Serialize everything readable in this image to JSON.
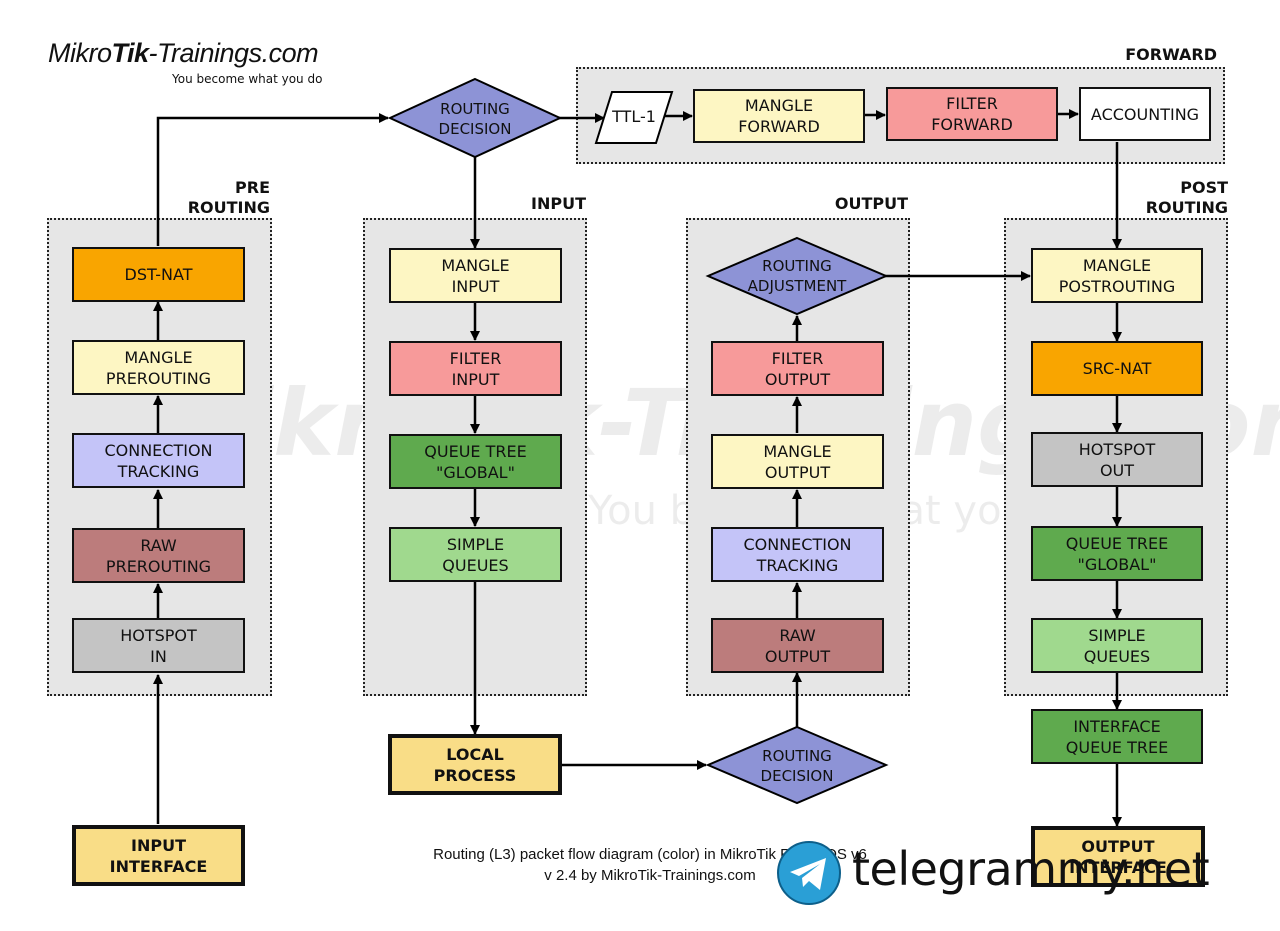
{
  "logo": {
    "brand_prefix": "Mikro",
    "brand_bold": "Tik",
    "brand_suffix": "-Trainings.com",
    "tagline": "You become what you do"
  },
  "watermark": {
    "main": "MikroTik-Trainings.com",
    "tagline": "You become what you do"
  },
  "groups": {
    "prerouting": "PRE\nROUTING",
    "forward": "FORWARD",
    "input": "INPUT",
    "output": "OUTPUT",
    "postrouting": "POST\nROUTING"
  },
  "nodes": {
    "input_interface": "INPUT\nINTERFACE",
    "pre_hotspot_in": "HOTSPOT\nIN",
    "pre_raw": "RAW\nPREROUTING",
    "pre_conntrack": "CONNECTION\nTRACKING",
    "pre_mangle": "MANGLE\nPREROUTING",
    "pre_dstnat": "DST-NAT",
    "routing_decision_1": "ROUTING\nDECISION",
    "ttl": "TTL-1",
    "mangle_forward": "MANGLE\nFORWARD",
    "filter_forward": "FILTER\nFORWARD",
    "accounting": "ACCOUNTING",
    "in_mangle": "MANGLE\nINPUT",
    "in_filter": "FILTER\nINPUT",
    "in_queue_tree": "QUEUE TREE\n\"GLOBAL\"",
    "in_simple_queues": "SIMPLE\nQUEUES",
    "local_process": "LOCAL\nPROCESS",
    "routing_decision_2": "ROUTING\nDECISION",
    "out_raw": "RAW\nOUTPUT",
    "out_conntrack": "CONNECTION\nTRACKING",
    "out_mangle": "MANGLE\nOUTPUT",
    "out_filter": "FILTER\nOUTPUT",
    "routing_adjustment": "ROUTING\nADJUSTMENT",
    "post_mangle": "MANGLE\nPOSTROUTING",
    "post_srcnat": "SRC-NAT",
    "post_hotspot_out": "HOTSPOT\nOUT",
    "post_queue_tree": "QUEUE TREE\n\"GLOBAL\"",
    "post_simple_queues": "SIMPLE\nQUEUES",
    "interface_queue_tree": "INTERFACE\nQUEUE TREE",
    "output_interface": "OUTPUT\nINTERFACE"
  },
  "caption": {
    "line1": "Routing (L3) packet flow diagram (color) in MikroTik RouterOS v6",
    "line2": "v 2.4 by MikroTik-Trainings.com"
  },
  "telegram": {
    "text": "telegrammy.net"
  },
  "colors": {
    "group_bg": "#e6e6e6",
    "mangle": "#fdf6c3",
    "filter": "#f79a9a",
    "nat": "#f9a500",
    "conntrack": "#c4c4f8",
    "raw": "#bc7c7c",
    "hotspot": "#c4c4c4",
    "queue_tree": "#5faa4e",
    "simple_queues": "#a0d98e",
    "interface": "#f9dd87",
    "decision": "#8d93d6",
    "white": "#ffffff"
  }
}
